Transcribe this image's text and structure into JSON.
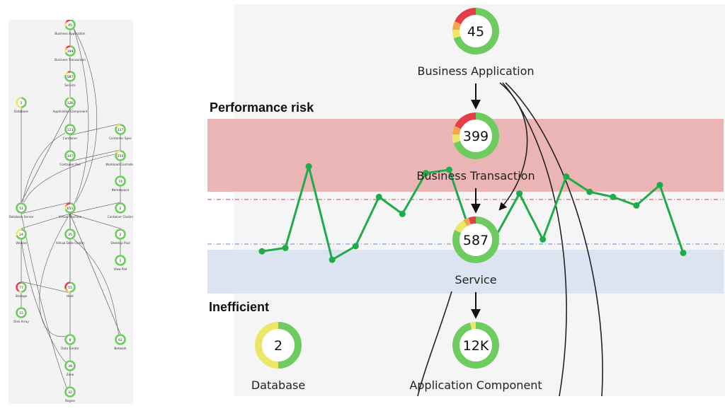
{
  "sections": {
    "performance_risk": "Performance risk",
    "inefficient": "Inefficient"
  },
  "colors": {
    "healthy": "#6dcb5f",
    "warning": "#ece766",
    "caution": "#f0a64a",
    "critical": "#e53e4a",
    "trend_line": "#1faa4b",
    "risk_band": "#ebb5b5",
    "inefficient_band": "#dce4f1"
  },
  "overview_nodes": [
    {
      "id": "business-application",
      "value": "45",
      "label": "Business Application",
      "ring": [
        0.7,
        0.1,
        0.06,
        0.14
      ]
    },
    {
      "id": "business-transaction",
      "value": "399",
      "label": "Business Transaction",
      "ring": [
        0.7,
        0.1,
        0.06,
        0.14
      ]
    },
    {
      "id": "service",
      "value": "587",
      "label": "Service",
      "ring": [
        0.8,
        0.1,
        0.04,
        0.06
      ]
    },
    {
      "id": "application-component",
      "value": "12K",
      "label": "Application Component",
      "ring": [
        0.95,
        0.05,
        0,
        0
      ]
    },
    {
      "id": "container",
      "value": "123",
      "label": "Container",
      "ring": [
        1,
        0,
        0,
        0
      ]
    },
    {
      "id": "container-pod",
      "value": "347",
      "label": "Container Pod",
      "ring": [
        1,
        0,
        0,
        0
      ]
    },
    {
      "id": "container-spec",
      "value": "337",
      "label": "Container Spec",
      "ring": [
        0.85,
        0.15,
        0,
        0
      ]
    },
    {
      "id": "workload-controller",
      "value": "250",
      "label": "Workload Controller",
      "ring": [
        0.85,
        0.15,
        0,
        0
      ]
    },
    {
      "id": "namespace",
      "value": "74",
      "label": "Namespace",
      "ring": [
        1,
        0,
        0,
        0
      ]
    },
    {
      "id": "database",
      "value": "2",
      "label": "Database",
      "ring": [
        0.5,
        0.5,
        0,
        0
      ]
    },
    {
      "id": "database-server",
      "value": "51",
      "label": "Database Server",
      "ring": [
        1,
        0,
        0,
        0
      ]
    },
    {
      "id": "virtual-machine",
      "value": "651",
      "label": "Virtual Machine",
      "ring": [
        0.7,
        0.1,
        0.08,
        0.12
      ]
    },
    {
      "id": "container-cluster",
      "value": "2",
      "label": "Container Cluster",
      "ring": [
        1,
        0,
        0,
        0
      ]
    },
    {
      "id": "volume",
      "value": "24",
      "label": "Volume",
      "ring": [
        0.7,
        0.3,
        0,
        0
      ]
    },
    {
      "id": "virtual-data-center",
      "value": "35",
      "label": "Virtual Data Center",
      "ring": [
        1,
        0,
        0,
        0
      ]
    },
    {
      "id": "desktop-pool",
      "value": "2",
      "label": "Desktop Pool",
      "ring": [
        1,
        0,
        0,
        0
      ]
    },
    {
      "id": "view-pod",
      "value": "1",
      "label": "View Pod",
      "ring": [
        1,
        0,
        0,
        0
      ]
    },
    {
      "id": "storage",
      "value": "77",
      "label": "Storage",
      "ring": [
        0.5,
        0.05,
        0.05,
        0.4
      ]
    },
    {
      "id": "host",
      "value": "55",
      "label": "Host",
      "ring": [
        0.5,
        0.1,
        0.1,
        0.3
      ]
    },
    {
      "id": "disk-array",
      "value": "15",
      "label": "Disk Array",
      "ring": [
        1,
        0,
        0,
        0
      ]
    },
    {
      "id": "data-center",
      "value": "8",
      "label": "Data Center",
      "ring": [
        1,
        0,
        0,
        0
      ]
    },
    {
      "id": "network",
      "value": "62",
      "label": "Network",
      "ring": [
        1,
        0,
        0,
        0
      ]
    },
    {
      "id": "zone",
      "value": "39",
      "label": "Zone",
      "ring": [
        1,
        0,
        0,
        0
      ]
    },
    {
      "id": "region",
      "value": "32",
      "label": "Region",
      "ring": [
        1,
        0,
        0,
        0
      ]
    }
  ],
  "detail_nodes": [
    {
      "id": "business-application",
      "value": "45",
      "label": "Business Application",
      "ring": [
        0.7,
        0.06,
        0.06,
        0.18
      ]
    },
    {
      "id": "business-transaction",
      "value": "399",
      "label": "Business Transaction",
      "ring": [
        0.7,
        0.06,
        0.06,
        0.18
      ]
    },
    {
      "id": "service",
      "value": "587",
      "label": "Service",
      "ring": [
        0.82,
        0.09,
        0.04,
        0.05
      ]
    },
    {
      "id": "database",
      "value": "2",
      "label": "Database",
      "ring": [
        0.5,
        0.5,
        0,
        0
      ]
    },
    {
      "id": "application-component",
      "value": "12K",
      "label": "Application Component",
      "ring": [
        0.96,
        0.04,
        0,
        0
      ]
    }
  ],
  "trend": {
    "values": [
      0.27,
      0.29,
      0.77,
      0.22,
      0.3,
      0.59,
      0.49,
      0.73,
      0.75,
      0.34,
      0.36,
      0.61,
      0.34,
      0.71,
      0.62,
      0.59,
      0.54,
      0.66,
      0.26
    ]
  }
}
